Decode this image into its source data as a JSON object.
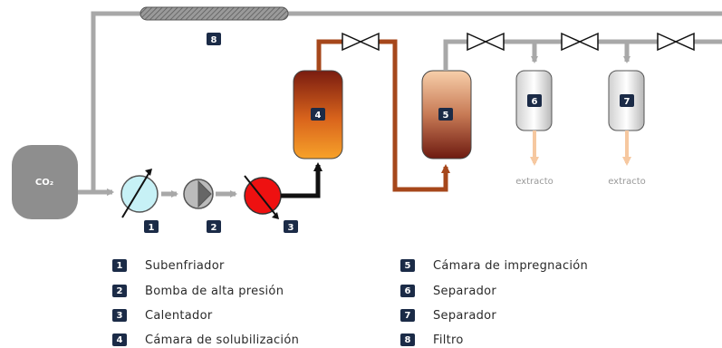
{
  "diagram": {
    "co2_label": "CO₂",
    "extract_label_1": "extracto",
    "extract_label_2": "extracto",
    "badges": {
      "b1": "1",
      "b2": "2",
      "b3": "3",
      "b4": "4",
      "b5": "5",
      "b6": "6",
      "b7": "7",
      "b8": "8"
    },
    "colors": {
      "recycle_gray": "#a8a8a8",
      "dark_line": "#111111",
      "brown_line": "#a6471b",
      "extract_orange": "#f6c8a0",
      "badge_navy": "#1b2b47",
      "chamber4_top": "#7a1c10",
      "chamber4_bottom": "#f59a24",
      "chamber5_top": "#f7c8a2",
      "chamber5_bottom": "#6e1a10"
    },
    "icons": [
      "co2-tank",
      "subcooler-icon",
      "high-pressure-pump-icon",
      "heater-icon",
      "valve-icon",
      "filter-icon",
      "separator-vessel"
    ]
  },
  "legend": {
    "items": [
      {
        "num": "1",
        "text": "Subenfriador"
      },
      {
        "num": "2",
        "text": "Bomba de alta presión"
      },
      {
        "num": "3",
        "text": "Calentador"
      },
      {
        "num": "4",
        "text": "Cámara de solubilización"
      },
      {
        "num": "5",
        "text": "Cámara de impregnación"
      },
      {
        "num": "6",
        "text": "Separador"
      },
      {
        "num": "7",
        "text": "Separador"
      },
      {
        "num": "8",
        "text": "Filtro"
      }
    ]
  }
}
